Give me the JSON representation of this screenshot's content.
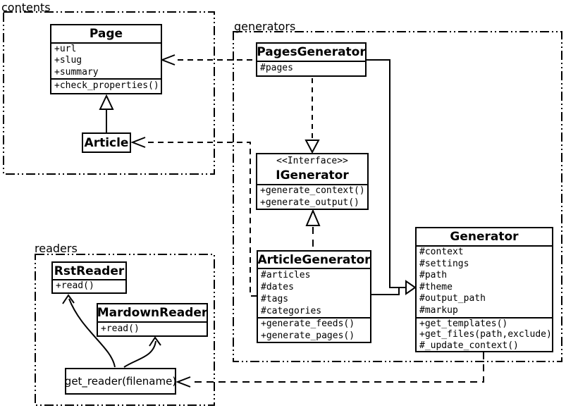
{
  "diagram": {
    "colors": {
      "line": "#000000",
      "background": "#ffffff"
    },
    "packages": {
      "contents": {
        "label": "contents"
      },
      "generators": {
        "label": "generators"
      },
      "readers": {
        "label": "readers"
      }
    },
    "classes": {
      "page": {
        "name": "Page",
        "attrs": [
          "+url",
          "+slug",
          "+summary"
        ],
        "methods": [
          "+check_properties()"
        ]
      },
      "article": {
        "name": "Article"
      },
      "pages_generator": {
        "name": "PagesGenerator",
        "attrs": [
          "#pages"
        ]
      },
      "igenerator": {
        "stereotype": "<<Interface>>",
        "name": "IGenerator",
        "methods": [
          "+generate_context()",
          "+generate_output()"
        ]
      },
      "article_generator": {
        "name": "ArticleGenerator",
        "attrs": [
          "#articles",
          "#dates",
          "#tags",
          "#categories"
        ],
        "methods": [
          "+generate_feeds()",
          "+generate_pages()"
        ]
      },
      "generator": {
        "name": "Generator",
        "attrs": [
          "#context",
          "#settings",
          "#path",
          "#theme",
          "#output_path",
          "#markup"
        ],
        "methods": [
          "+get_templates()",
          "+get_files(path,exclude)",
          "#_update_context()"
        ]
      },
      "rst_reader": {
        "name": "RstReader",
        "methods": [
          "+read()"
        ]
      },
      "mardown_reader": {
        "name": "MardownReader",
        "methods": [
          "+read()"
        ]
      },
      "get_reader": {
        "name": "get_reader(filename)"
      }
    },
    "relationships": [
      {
        "from": "Article",
        "to": "Page",
        "type": "generalization"
      },
      {
        "from": "PagesGenerator",
        "to": "Page",
        "type": "dependency"
      },
      {
        "from": "ArticleGenerator",
        "to": "Article",
        "type": "dependency"
      },
      {
        "from": "PagesGenerator",
        "to": "IGenerator",
        "type": "realization"
      },
      {
        "from": "ArticleGenerator",
        "to": "IGenerator",
        "type": "realization"
      },
      {
        "from": "PagesGenerator",
        "to": "Generator",
        "type": "generalization"
      },
      {
        "from": "ArticleGenerator",
        "to": "Generator",
        "type": "generalization"
      },
      {
        "from": "Generator",
        "to": "get_reader(filename)",
        "type": "dependency"
      },
      {
        "from": "get_reader(filename)",
        "to": "RstReader",
        "type": "arrow"
      },
      {
        "from": "get_reader(filename)",
        "to": "MardownReader",
        "type": "arrow"
      }
    ]
  }
}
